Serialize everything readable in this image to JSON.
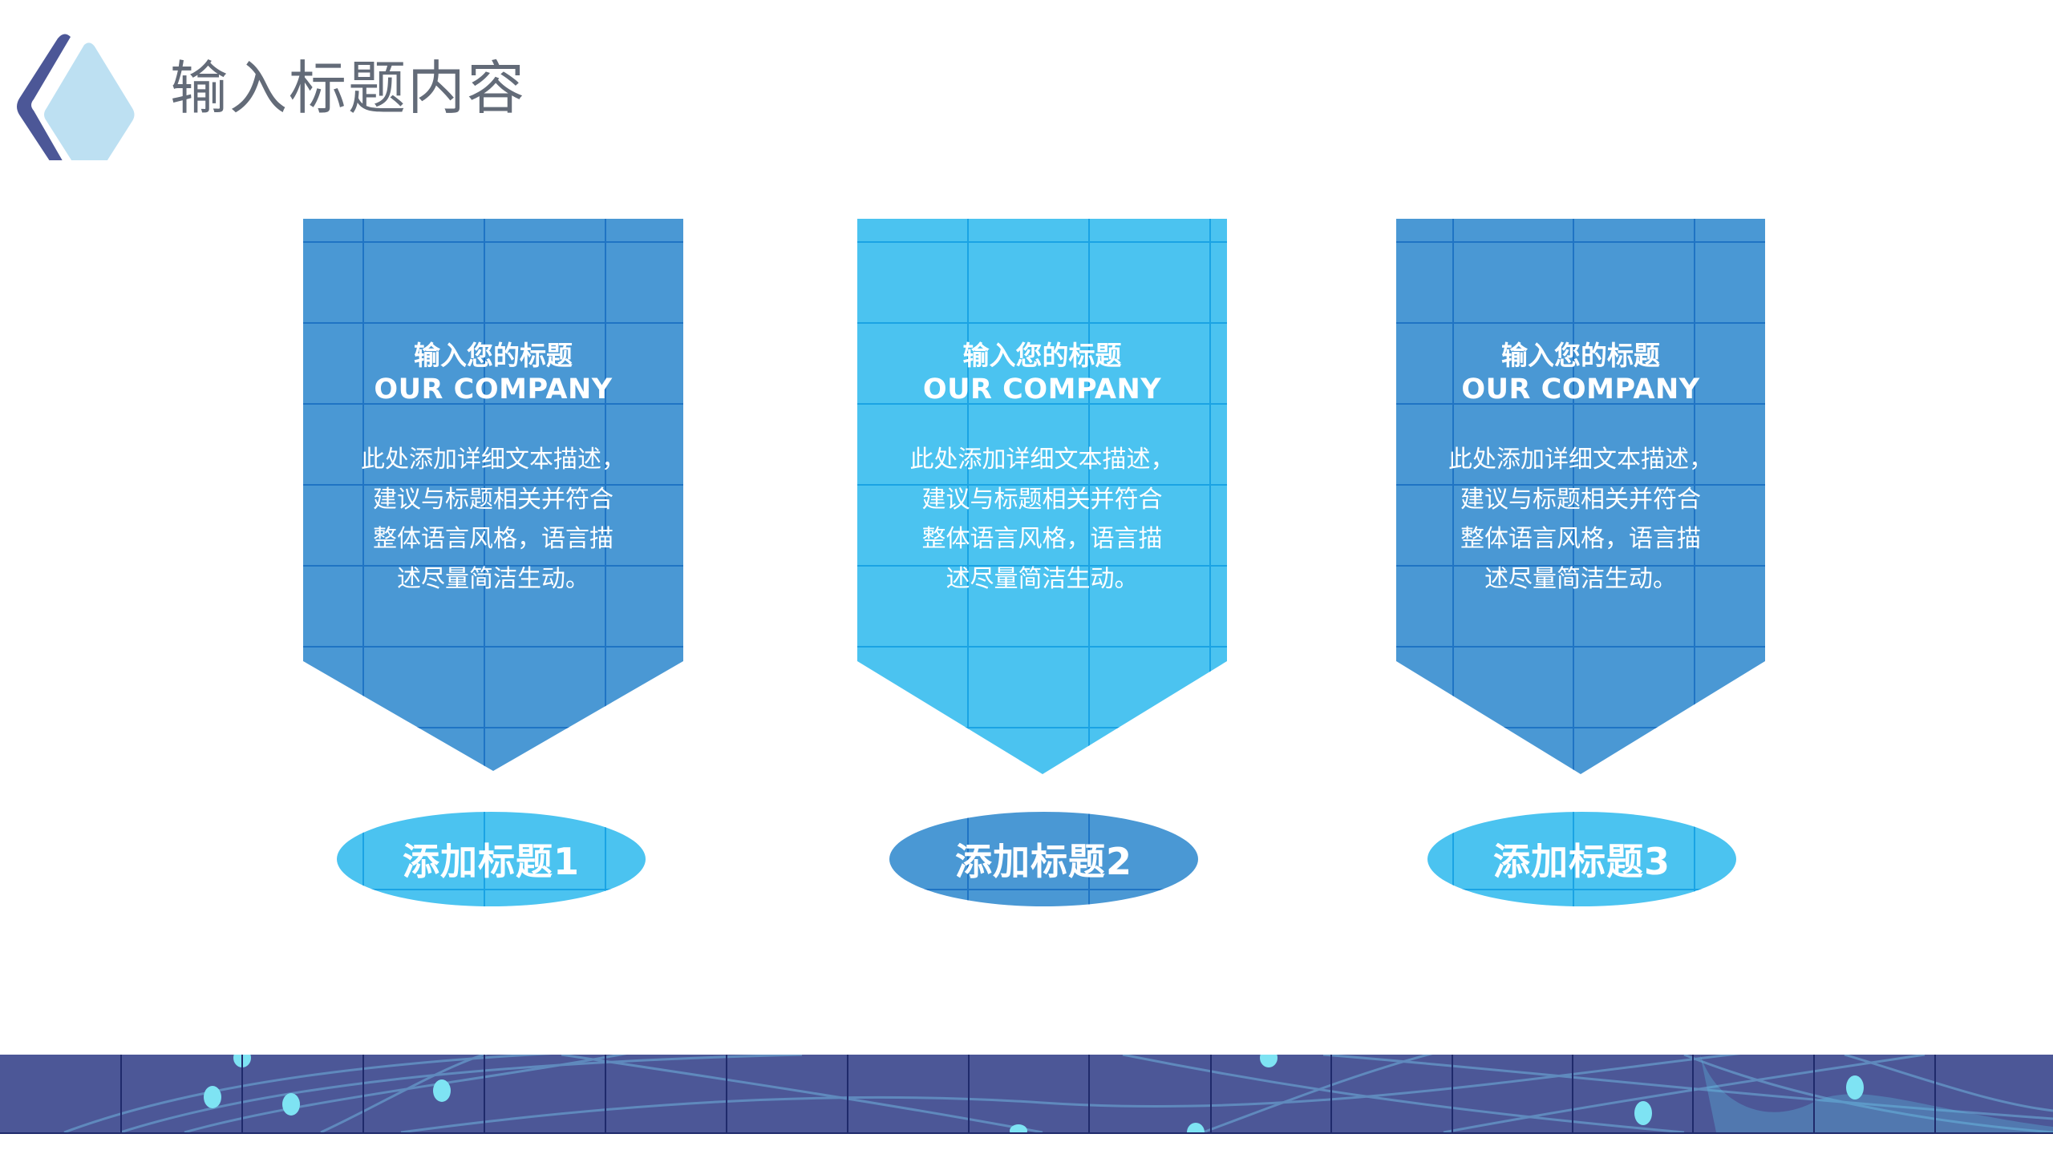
{
  "slide": {
    "title": "输入标题内容",
    "colors": {
      "dark_blue": "#4a98d4",
      "light_blue": "#4bc3f0",
      "navy": "#4c5797",
      "logo_light": "#bde0f2",
      "title_text": "#636b78"
    }
  },
  "cards": [
    {
      "heading": "输入您的标题",
      "subheading": "OUR COMPANY",
      "body_lines": [
        "此处添加详细文本描述，",
        "建议与标题相关并符合",
        "整体语言风格，语言描",
        "述尽量简洁生动。"
      ],
      "pill_label": "添加标题1",
      "card_color": "#4a98d4",
      "pill_color": "#4bc3f0"
    },
    {
      "heading": "输入您的标题",
      "subheading": "OUR COMPANY",
      "body_lines": [
        "此处添加详细文本描述，",
        "建议与标题相关并符合",
        "整体语言风格，语言描",
        "述尽量简洁生动。"
      ],
      "pill_label": "添加标题2",
      "card_color": "#4bc3f0",
      "pill_color": "#4a98d4"
    },
    {
      "heading": "输入您的标题",
      "subheading": "OUR COMPANY",
      "body_lines": [
        "此处添加详细文本描述，",
        "建议与标题相关并符合",
        "整体语言风格，语言描",
        "述尽量简洁生动。"
      ],
      "pill_label": "添加标题3",
      "card_color": "#4a98d4",
      "pill_color": "#4bc3f0"
    }
  ],
  "footer_band": {
    "decoration": "network-lines-dots"
  }
}
